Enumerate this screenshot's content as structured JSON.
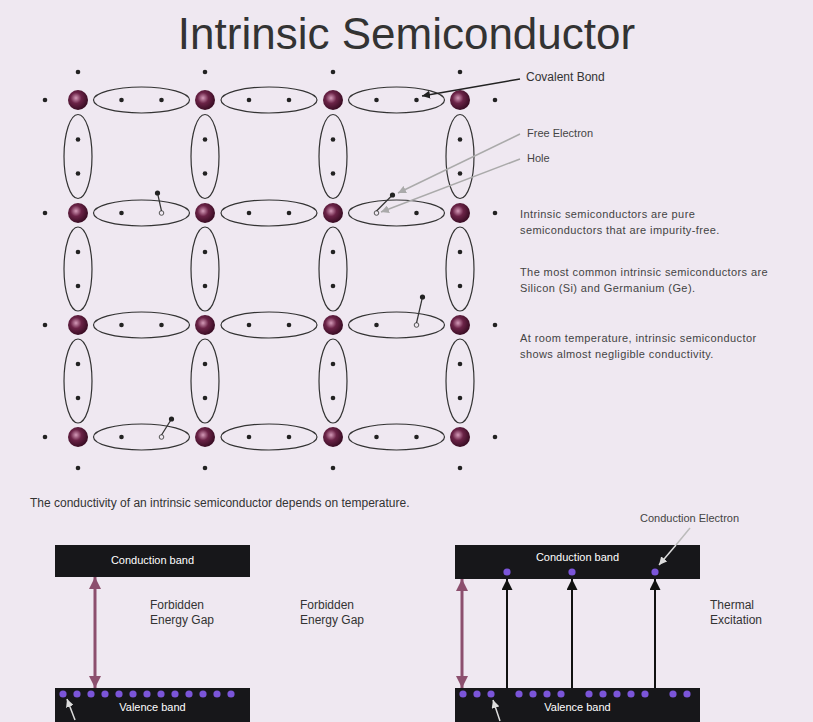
{
  "diagram": {
    "title": "Intrinsic Semiconductor",
    "nodes": [
      {
        "text": [
          "Conduction band"
        ]
      },
      {
        "text": [
          "Conduction band"
        ]
      },
      {
        "text": [
          "Valence band"
        ]
      },
      {
        "text": [
          "Valence band"
        ]
      }
    ],
    "edges": [
      {
        "from": 0,
        "to": 2,
        "arrow": "both"
      },
      {
        "from": 1,
        "to": 3,
        "arrow": "both"
      },
      {
        "from": 3,
        "to": 1,
        "arrow": "to"
      },
      {
        "from": 3,
        "to": 1,
        "arrow": "to"
      },
      {
        "from": 3,
        "to": 1,
        "arrow": "to"
      }
    ],
    "labels": [
      "Covalent Bond",
      "Free Electron",
      "Hole",
      "Intrinsic semiconductors are pure semiconductors that are impurity-free.",
      "The most common intrinsic semiconductors are Silicon (Si) and Germanium (Ge).",
      "At room temperature, intrinsic semiconductor shows almost negligible conductivity.",
      "The conductivity of an intrinsic semiconductor depends on temperature.",
      "Conduction Electron",
      "Forbidden Energy Gap",
      "Forbidden Energy Gap",
      "Thermal Excitation"
    ]
  }
}
